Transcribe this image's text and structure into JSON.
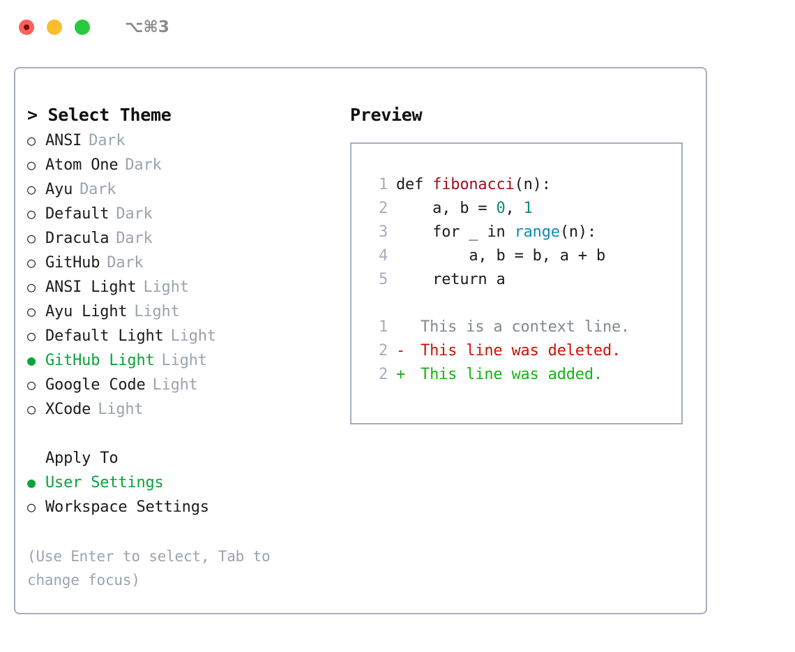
{
  "titlebar": {
    "shortcut": "⌥⌘3",
    "buttons": [
      {
        "name": "close",
        "color": "#fb6158"
      },
      {
        "name": "minimize",
        "color": "#fcbd2e"
      },
      {
        "name": "maximize",
        "color": "#28c93f"
      }
    ]
  },
  "theme_picker": {
    "heading": "> Select Theme",
    "marker_unselected": "○",
    "marker_selected": "●",
    "items": [
      {
        "name": "ANSI",
        "tag": "Dark",
        "selected": false
      },
      {
        "name": "Atom One",
        "tag": "Dark",
        "selected": false
      },
      {
        "name": "Ayu",
        "tag": "Dark",
        "selected": false
      },
      {
        "name": "Default",
        "tag": "Dark",
        "selected": false
      },
      {
        "name": "Dracula",
        "tag": "Dark",
        "selected": false
      },
      {
        "name": "GitHub",
        "tag": "Dark",
        "selected": false
      },
      {
        "name": "ANSI Light",
        "tag": "Light",
        "selected": false
      },
      {
        "name": "Ayu Light",
        "tag": "Light",
        "selected": false
      },
      {
        "name": "Default Light",
        "tag": "Light",
        "selected": false
      },
      {
        "name": "GitHub Light",
        "tag": "Light",
        "selected": true
      },
      {
        "name": "Google Code",
        "tag": "Light",
        "selected": false
      },
      {
        "name": "XCode",
        "tag": "Light",
        "selected": false
      }
    ]
  },
  "apply_to": {
    "heading": "Apply To",
    "options": [
      {
        "label": "User Settings",
        "selected": true
      },
      {
        "label": "Workspace Settings",
        "selected": false
      }
    ]
  },
  "hint": "(Use Enter to select, Tab to change focus)",
  "preview": {
    "heading": "Preview",
    "code_lines": [
      {
        "no": "1",
        "parts": [
          {
            "t": "def ",
            "k": "plain"
          },
          {
            "t": "fibonacci",
            "k": "fn"
          },
          {
            "t": "(n):",
            "k": "plain"
          }
        ]
      },
      {
        "no": "2",
        "parts": [
          {
            "t": "    a, b = ",
            "k": "plain"
          },
          {
            "t": "0",
            "k": "num"
          },
          {
            "t": ", ",
            "k": "plain"
          },
          {
            "t": "1",
            "k": "num"
          }
        ]
      },
      {
        "no": "3",
        "parts": [
          {
            "t": "    for _ in ",
            "k": "plain"
          },
          {
            "t": "range",
            "k": "call"
          },
          {
            "t": "(n):",
            "k": "plain"
          }
        ]
      },
      {
        "no": "4",
        "parts": [
          {
            "t": "        a, b = b, a + b",
            "k": "plain"
          }
        ]
      },
      {
        "no": "5",
        "parts": [
          {
            "t": "    return a",
            "k": "plain"
          }
        ]
      }
    ],
    "diff_lines": [
      {
        "no": "1",
        "sign": " ",
        "text": " This is a context line.",
        "kind": "ctx"
      },
      {
        "no": "2",
        "sign": "-",
        "text": " This line was deleted.",
        "kind": "del"
      },
      {
        "no": "2",
        "sign": "+",
        "text": " This line was added.",
        "kind": "add"
      }
    ]
  },
  "colors": {
    "accent_green": "#0aa33c",
    "muted": "#9aa3b0",
    "border": "#a4aebd",
    "diff_add": "#14b512",
    "diff_del": "#d01100",
    "syntax_fn": "#9f1020",
    "syntax_num": "#088c7e",
    "syntax_call": "#1188bb"
  }
}
